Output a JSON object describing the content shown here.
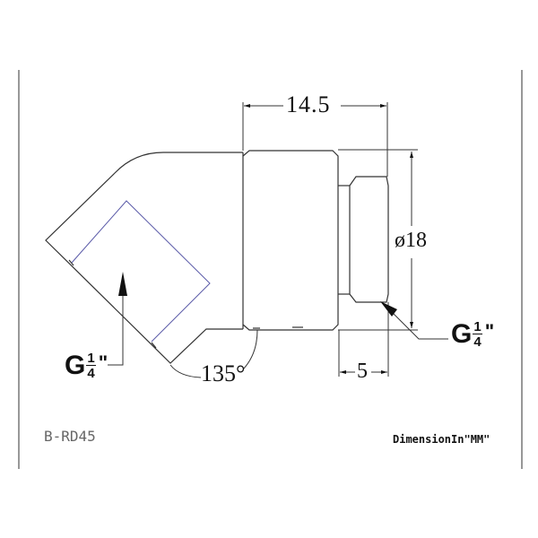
{
  "drawing": {
    "part_code": "B-RD45",
    "units_note": "DimensionIn\"MM\"",
    "colors": {
      "line": "#333333",
      "frame": "#666666",
      "inner_bore": "#5a5aa8",
      "text": "#111111",
      "part_code_text": "#666666"
    },
    "dimensions": {
      "body_length": "14.5",
      "diameter": "ø18",
      "thread_length": "5",
      "angle": "135°"
    },
    "threads": {
      "left": {
        "prefix": "G",
        "numerator": "1",
        "denominator": "4",
        "suffix": "\""
      },
      "right": {
        "prefix": "G",
        "numerator": "1",
        "denominator": "4",
        "suffix": "\""
      }
    }
  }
}
